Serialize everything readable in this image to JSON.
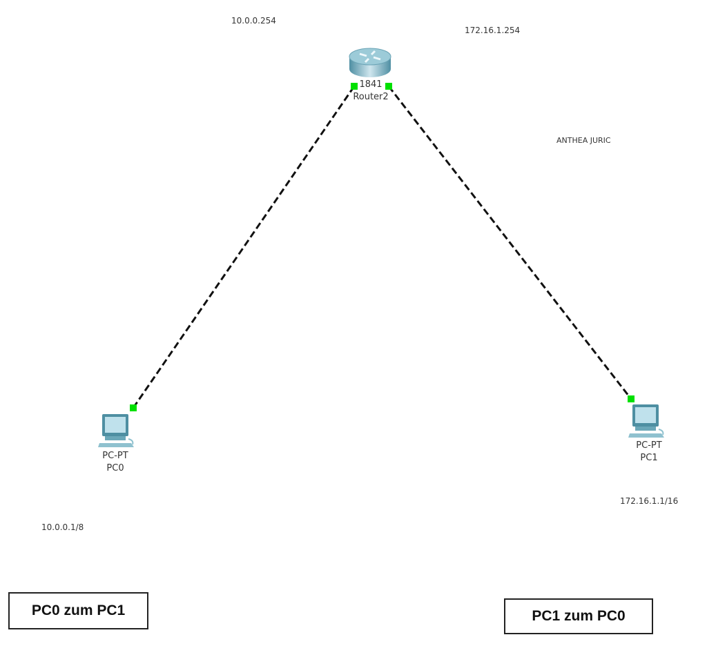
{
  "devices": {
    "router": {
      "model": "1841",
      "name": "Router2"
    },
    "pc0": {
      "model": "PC-PT",
      "name": "PC0"
    },
    "pc1": {
      "model": "PC-PT",
      "name": "PC1"
    }
  },
  "annotations": {
    "router_left_ip": "10.0.0.254",
    "router_right_ip": "172.16.1.254",
    "author": "ANTHEA JURIC",
    "pc0_ip": "10.0.0.1/8",
    "pc1_ip": "172.16.1.1/16"
  },
  "boxes": {
    "left": "PC0 zum PC1",
    "right": "PC1 zum PC0"
  },
  "colors": {
    "link_up": "#00e000",
    "cable": "#111111"
  }
}
